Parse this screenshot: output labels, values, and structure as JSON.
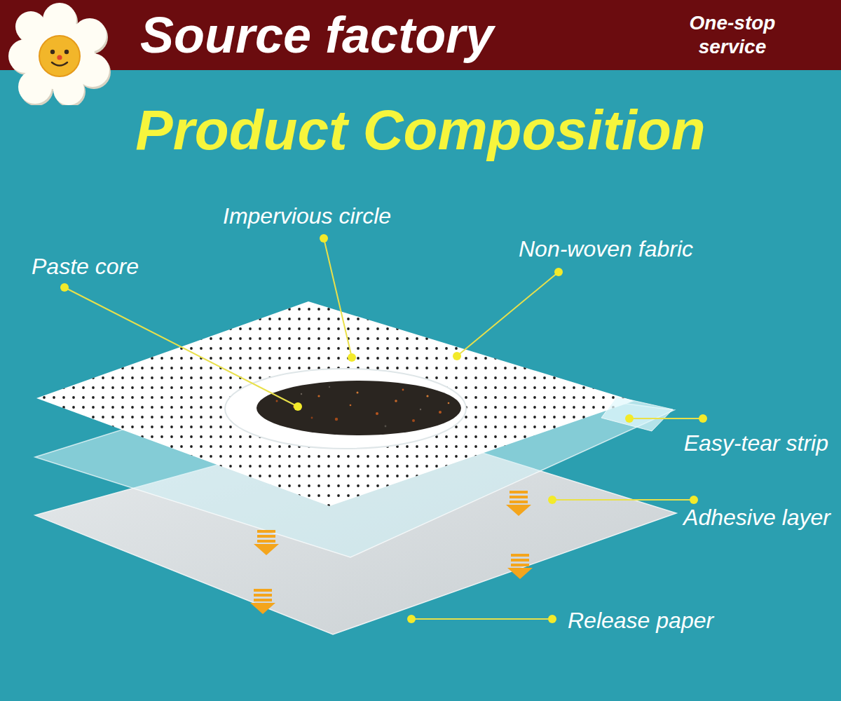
{
  "diagram": {
    "title": "Product Composition",
    "nodes": [
      {
        "text": [
          "Source factory",
          "One-stop service"
        ]
      }
    ],
    "labels": [
      "Impervious circle",
      "Non-woven fabric",
      "Paste core",
      "Easy-tear strip",
      "Adhesive layer",
      "Release paper"
    ]
  }
}
